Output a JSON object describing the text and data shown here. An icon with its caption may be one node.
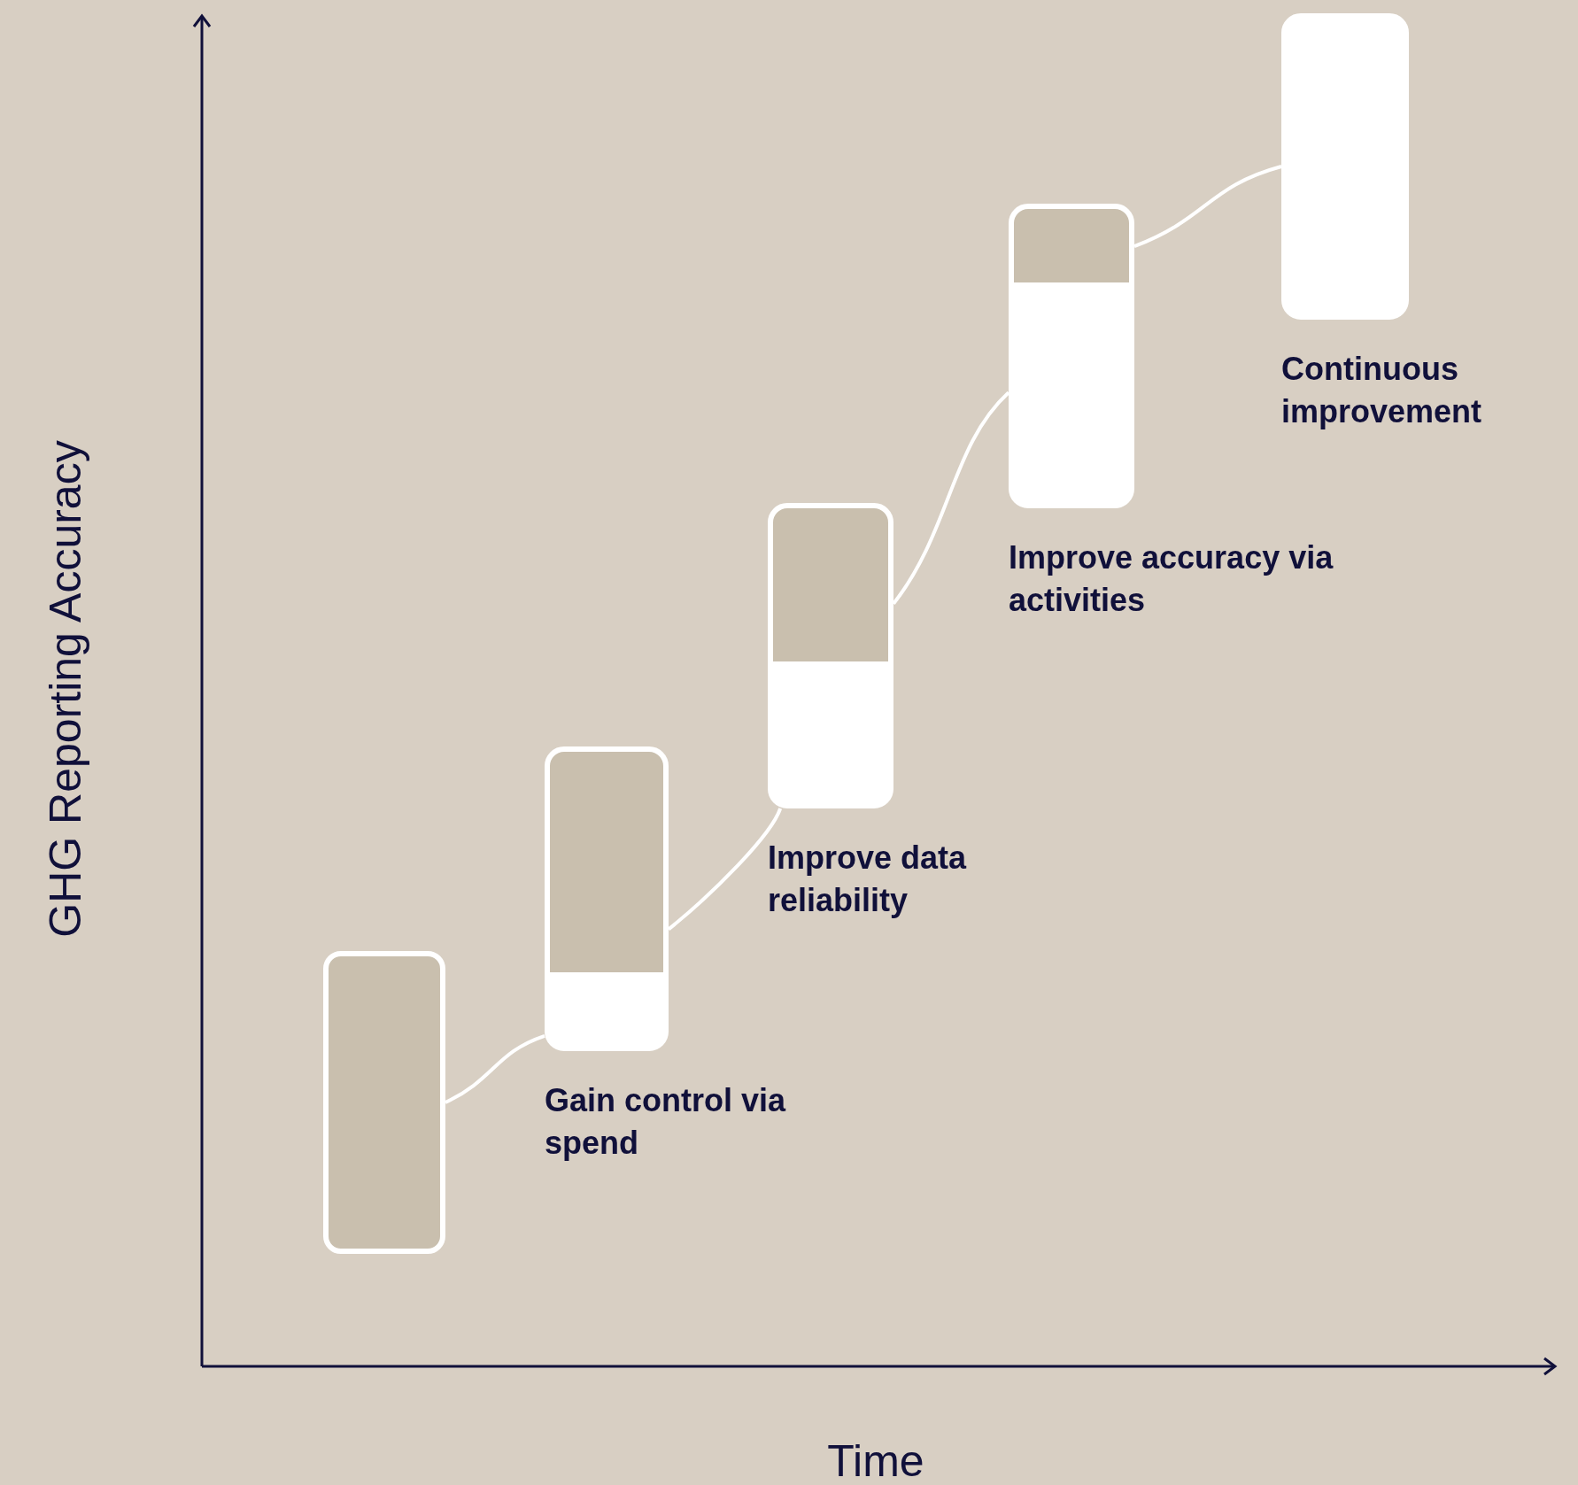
{
  "diagram": {
    "nodes": [
      {
        "text": [],
        "shape": "box"
      },
      {
        "text": [
          "Gain control via spend"
        ]
      },
      {
        "text": [
          "Improve data reliability"
        ]
      },
      {
        "text": [
          "Improve accuracy via activities"
        ]
      },
      {
        "text": [
          "Continuous improvement"
        ]
      }
    ],
    "edges": [
      {
        "from": 0,
        "to": 1,
        "arrow": "none"
      },
      {
        "from": 1,
        "to": 2,
        "arrow": "none"
      },
      {
        "from": 2,
        "to": 3,
        "arrow": "none"
      },
      {
        "from": 3,
        "to": 4,
        "arrow": "none"
      }
    ],
    "labels": [
      "GHG Reporting Accuracy",
      "Time"
    ]
  }
}
